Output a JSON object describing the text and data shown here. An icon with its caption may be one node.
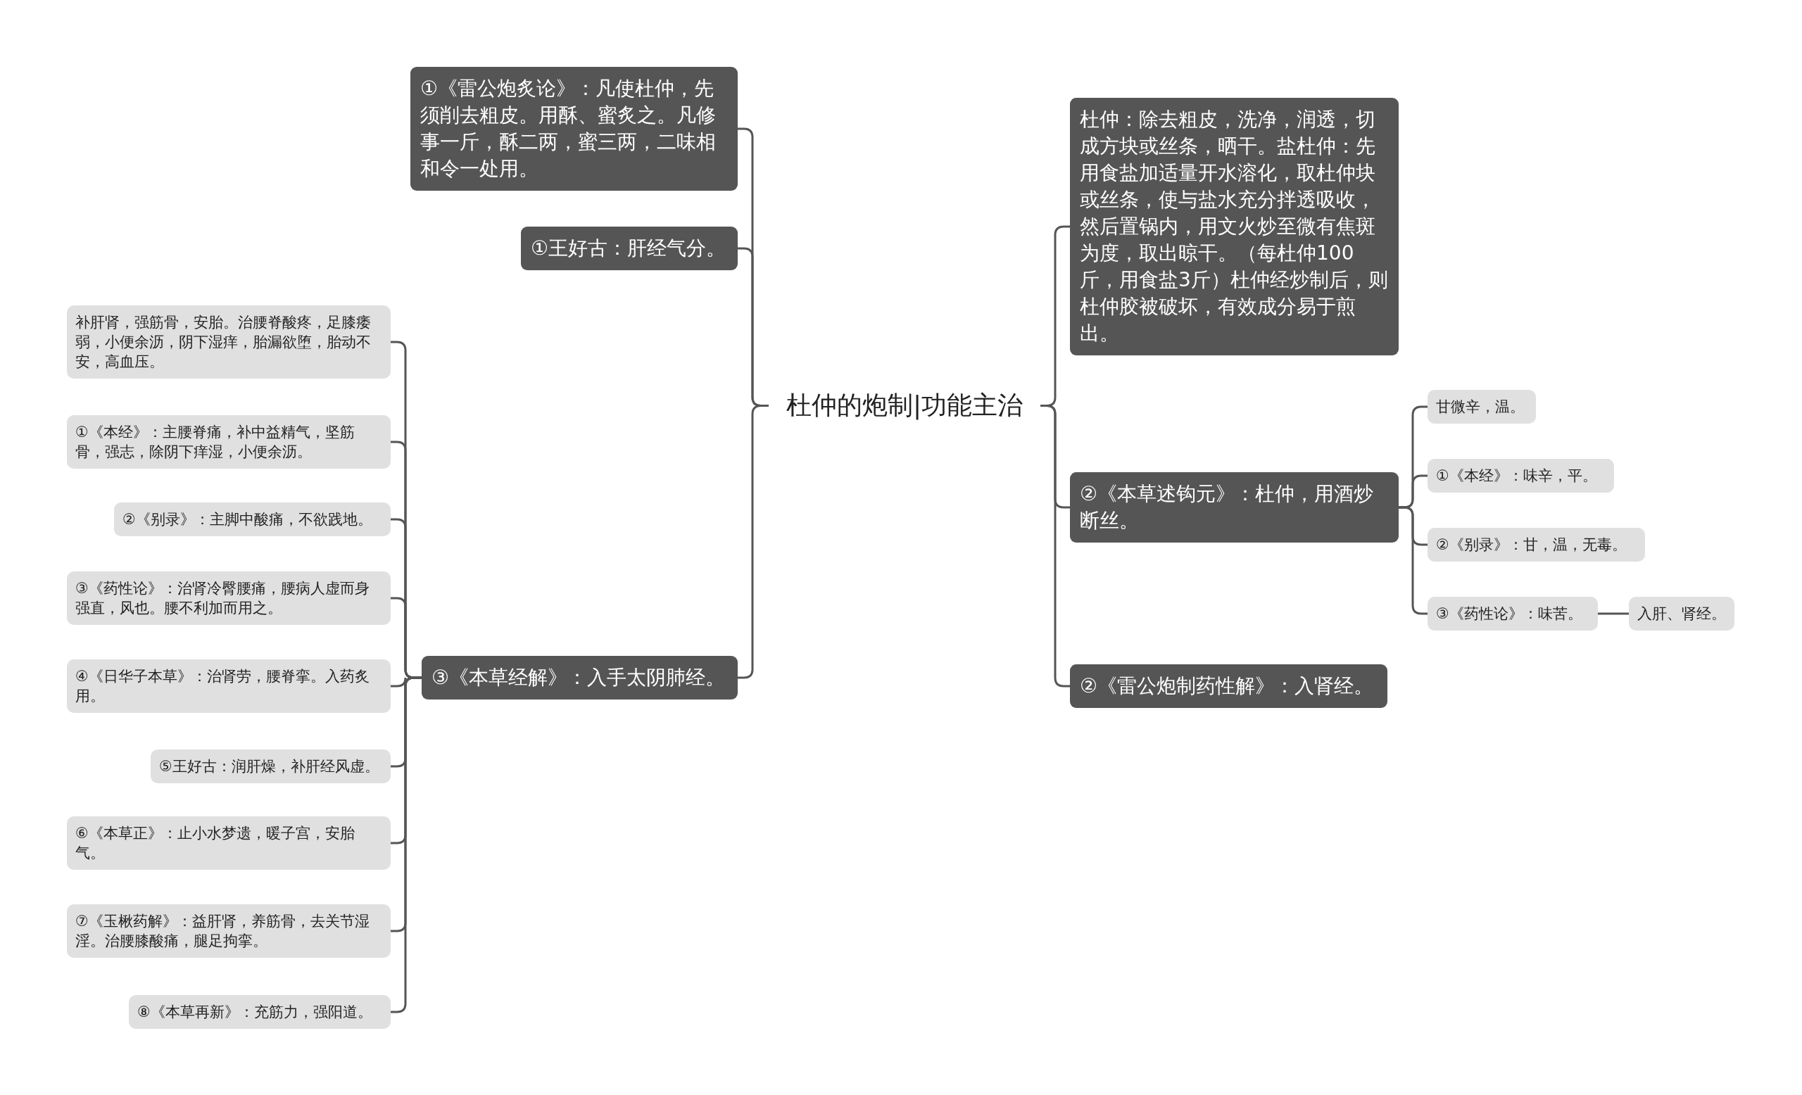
{
  "diagram": {
    "nodes": [
      {
        "text": [
          "杜仲的炮制|功能主治"
        ]
      },
      {
        "text": [
          "①《雷公炮炙论》：凡使杜仲，先须削去粗皮。用酥、蜜炙之。凡修事一斤，酥二两，蜜三两，二味相和令一处用。"
        ]
      },
      {
        "text": [
          "①王好古：肝经气分。"
        ]
      },
      {
        "text": [
          "③《本草经解》：入手太阴肺经。"
        ]
      },
      {
        "text": [
          "补肝肾，强筋骨，安胎。治腰脊酸疼，足膝痿弱，小便余沥，阴下湿痒，胎漏欲堕，胎动不安，高血压。"
        ]
      },
      {
        "text": [
          "①《本经》：主腰脊痛，补中益精气，坚筋骨，强志，除阴下痒湿，小便余沥。"
        ]
      },
      {
        "text": [
          "②《别录》：主脚中酸痛，不欲践地。"
        ]
      },
      {
        "text": [
          "③《药性论》：治肾冷臀腰痛，腰病人虚而身强直，风也。腰不利加而用之。"
        ]
      },
      {
        "text": [
          "④《日华子本草》：治肾劳，腰脊挛。入药炙用。"
        ]
      },
      {
        "text": [
          "⑤王好古：润肝燥，补肝经风虚。"
        ]
      },
      {
        "text": [
          "⑥《本草正》：止小水梦遗，暖子宫，安胎气。"
        ]
      },
      {
        "text": [
          "⑦《玉楸药解》：益肝肾，养筋骨，去关节湿淫。治腰膝酸痛，腿足拘挛。"
        ]
      },
      {
        "text": [
          "⑧《本草再新》：充筋力，强阳道。"
        ]
      },
      {
        "text": [
          "杜仲：除去粗皮，洗净，润透，切成方块或丝条，晒干。盐杜仲：先用食盐加适量开水溶化，取杜仲块或丝条，使与盐水充分拌透吸收，然后置锅内，用文火炒至微有焦斑为度，取出晾干。（每杜仲100斤，用食盐3斤）杜仲经炒制后，则杜仲胶被破坏，有效成分易于煎出。"
        ]
      },
      {
        "text": [
          "②《本草述钩元》：杜仲，用酒炒断丝。"
        ]
      },
      {
        "text": [
          "甘微辛，温。"
        ]
      },
      {
        "text": [
          "①《本经》：味辛，平。"
        ]
      },
      {
        "text": [
          "②《别录》：甘，温，无毒。"
        ]
      },
      {
        "text": [
          "③《药性论》：味苦。"
        ]
      },
      {
        "text": [
          "入肝、肾经。"
        ]
      },
      {
        "text": [
          "②《雷公炮制药性解》：入肾经。"
        ]
      }
    ],
    "edges": [
      {
        "from": 0,
        "to": 1,
        "arrow": "none"
      },
      {
        "from": 0,
        "to": 2,
        "arrow": "none"
      },
      {
        "from": 0,
        "to": 3,
        "arrow": "none"
      },
      {
        "from": 3,
        "to": 4,
        "arrow": "none"
      },
      {
        "from": 3,
        "to": 5,
        "arrow": "none"
      },
      {
        "from": 3,
        "to": 6,
        "arrow": "none"
      },
      {
        "from": 3,
        "to": 7,
        "arrow": "none"
      },
      {
        "from": 3,
        "to": 8,
        "arrow": "none"
      },
      {
        "from": 3,
        "to": 9,
        "arrow": "none"
      },
      {
        "from": 3,
        "to": 10,
        "arrow": "none"
      },
      {
        "from": 3,
        "to": 11,
        "arrow": "none"
      },
      {
        "from": 3,
        "to": 12,
        "arrow": "none"
      },
      {
        "from": 0,
        "to": 13,
        "arrow": "none"
      },
      {
        "from": 0,
        "to": 14,
        "arrow": "none"
      },
      {
        "from": 0,
        "to": 20,
        "arrow": "none"
      },
      {
        "from": 14,
        "to": 15,
        "arrow": "none"
      },
      {
        "from": 14,
        "to": 16,
        "arrow": "none"
      },
      {
        "from": 14,
        "to": 17,
        "arrow": "none"
      },
      {
        "from": 14,
        "to": 18,
        "arrow": "none"
      },
      {
        "from": 18,
        "to": 19,
        "arrow": "none"
      }
    ]
  }
}
